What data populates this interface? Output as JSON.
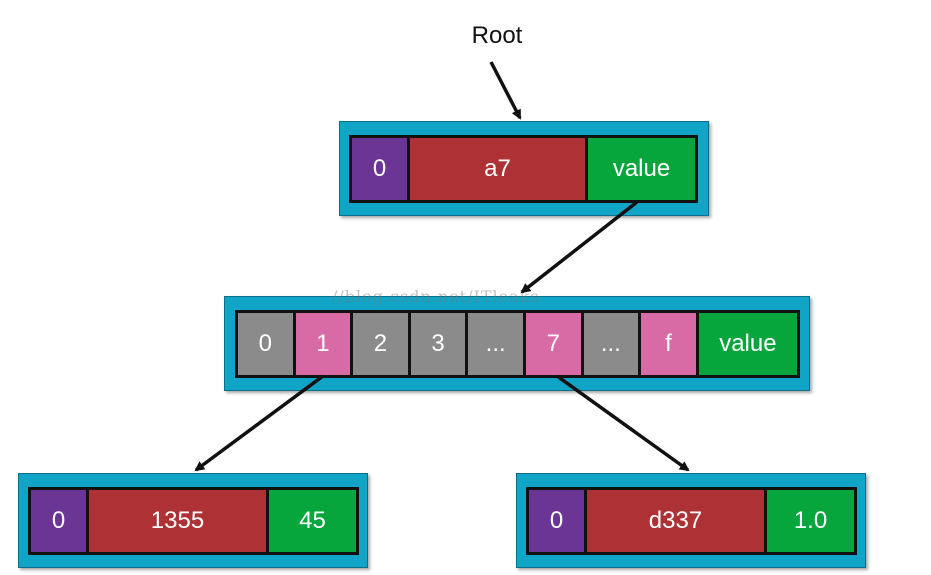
{
  "root_label": "Root",
  "watermark": "//blog.csdn.net/ITleaks",
  "colors": {
    "node_background": "#10a4c6",
    "index": "#6a3594",
    "key": "#ae3235",
    "value": "#06a63c",
    "branch_empty": "#8b8b8b",
    "branch_used": "#d86aa6"
  },
  "top_node": {
    "cells": [
      {
        "text": "0",
        "kind": "index"
      },
      {
        "text": "a7",
        "kind": "key"
      },
      {
        "text": "value",
        "kind": "value"
      }
    ]
  },
  "branch_node": {
    "cells": [
      {
        "text": "0",
        "kind": "branch_empty"
      },
      {
        "text": "1",
        "kind": "branch_used"
      },
      {
        "text": "2",
        "kind": "branch_empty"
      },
      {
        "text": "3",
        "kind": "branch_empty"
      },
      {
        "text": "...",
        "kind": "branch_empty"
      },
      {
        "text": "7",
        "kind": "branch_used"
      },
      {
        "text": "...",
        "kind": "branch_empty"
      },
      {
        "text": "f",
        "kind": "branch_used"
      },
      {
        "text": "value",
        "kind": "value"
      }
    ]
  },
  "left_leaf": {
    "cells": [
      {
        "text": "0",
        "kind": "index"
      },
      {
        "text": "1355",
        "kind": "key"
      },
      {
        "text": "45",
        "kind": "value"
      }
    ]
  },
  "right_leaf": {
    "cells": [
      {
        "text": "0",
        "kind": "index"
      },
      {
        "text": "d337",
        "kind": "key"
      },
      {
        "text": "1.0",
        "kind": "value"
      }
    ]
  }
}
